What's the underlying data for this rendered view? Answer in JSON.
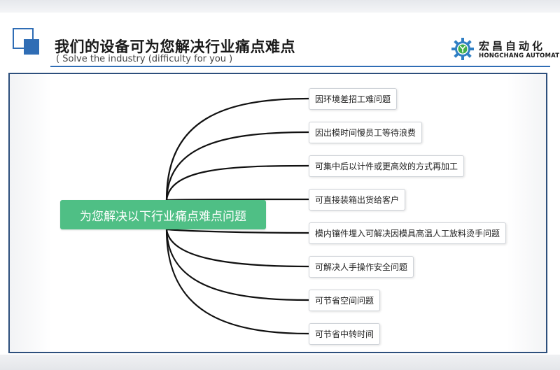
{
  "header": {
    "title": "我们的设备可为您解决行业痛点难点",
    "subtitle": "( Solve the industry (difficulty for you )",
    "brand_cn": "宏昌自动化",
    "brand_en": "HONGCHANG AUTOMATION",
    "accent_color": "#2f6db5"
  },
  "diagram": {
    "center": "为您解决以下行业痛点难点问题",
    "center_color": "#4fbf85",
    "branches": [
      "因环境差招工难问题",
      "因出模时间慢员工等待浪费",
      "可集中后以计件或更高效的方式再加工",
      "可直接装箱出货给客户",
      "模内镶件埋入可解决因模具高温人工放料烫手问题",
      "可解决人手操作安全问题",
      "可节省空间问题",
      "可节省中转时间"
    ]
  }
}
